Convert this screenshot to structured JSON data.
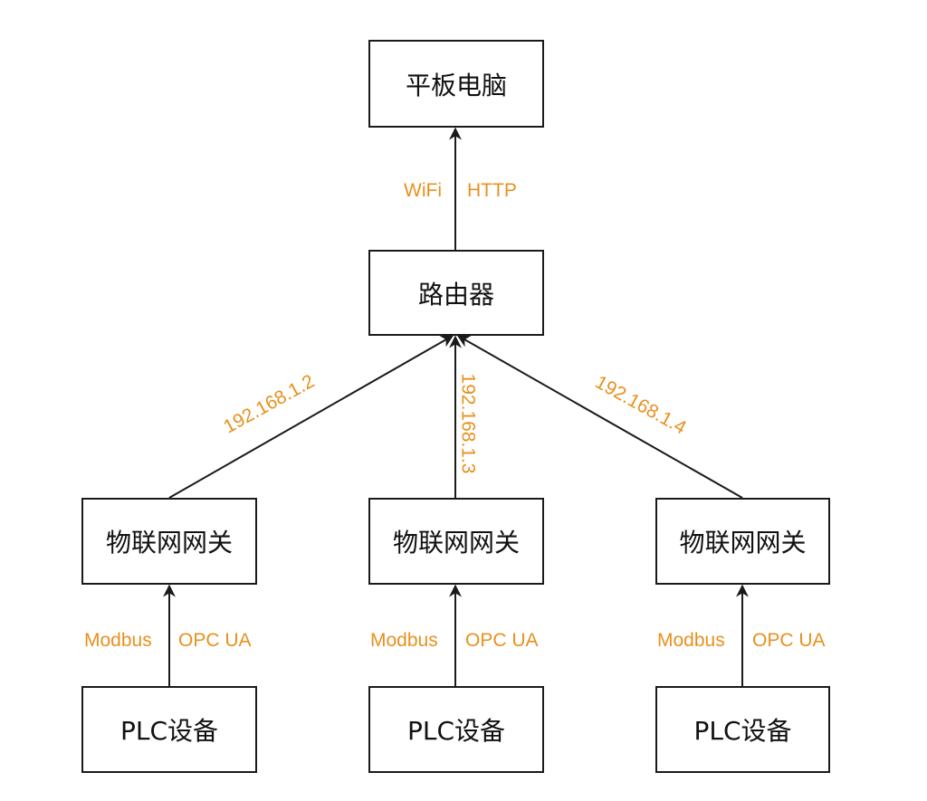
{
  "colors": {
    "label": "#e8901e",
    "stroke": "#1a1a1a"
  },
  "nodes": {
    "tablet": "平板电脑",
    "router": "路由器",
    "gateway_1": "物联网网关",
    "gateway_2": "物联网网关",
    "gateway_3": "物联网网关",
    "plc_1": "PLC设备",
    "plc_2": "PLC设备",
    "plc_3": "PLC设备"
  },
  "edges": {
    "router_to_tablet": {
      "left": "WiFi",
      "right": "HTTP"
    },
    "gateway_1_to_router": "192.168.1.2",
    "gateway_2_to_router": "192.168.1.3",
    "gateway_3_to_router": "192.168.1.4",
    "plc_1_to_gateway_1": {
      "left": "Modbus",
      "right": "OPC UA"
    },
    "plc_2_to_gateway_2": {
      "left": "Modbus",
      "right": "OPC UA"
    },
    "plc_3_to_gateway_3": {
      "left": "Modbus",
      "right": "OPC UA"
    }
  }
}
